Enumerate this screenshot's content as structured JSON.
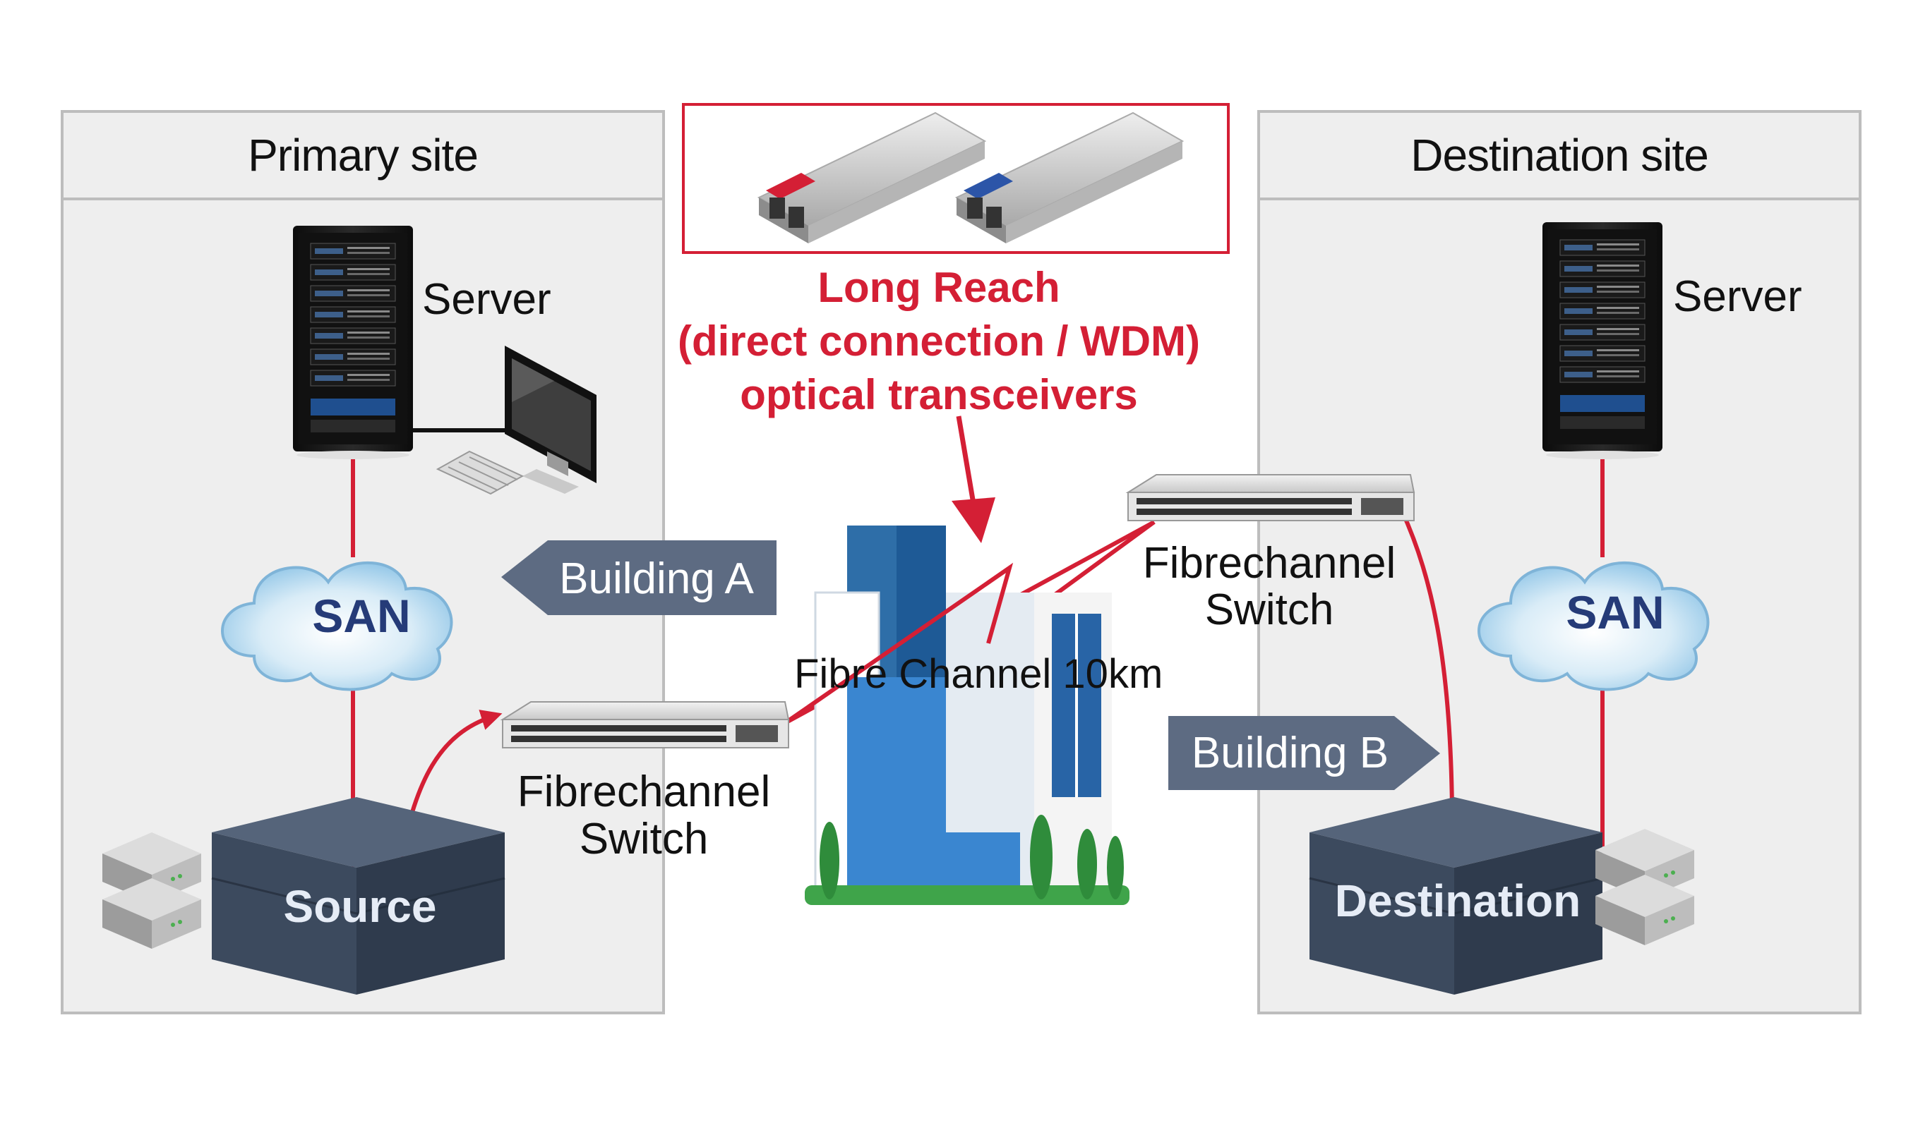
{
  "primary_site": {
    "title": "Primary site",
    "server_label": "Server",
    "san_label": "SAN",
    "storage_label": "Source",
    "building_label": "Building A"
  },
  "destination_site": {
    "title": "Destination site",
    "server_label": "Server",
    "san_label": "SAN",
    "storage_label": "Destination",
    "building_label": "Building B"
  },
  "transceivers": {
    "title_line1": "Long Reach",
    "title_line2": "(direct connection / WDM)",
    "title_line3": "optical transceivers"
  },
  "switches": {
    "left_line1": "Fibrechannel",
    "left_line2": "Switch",
    "right_line1": "Fibrechannel",
    "right_line2": "Switch"
  },
  "link_label": "Fibre Channel 10km",
  "colors": {
    "link_red": "#d41f35",
    "panel_bg": "#eeeeee",
    "panel_border": "#bdbdbd",
    "callout_bg": "#5d6b82",
    "storage_dark": "#3c4a5e",
    "san_text": "#253b78",
    "building_blue": "#2e7cc4"
  },
  "icons": [
    "server-rack-icon",
    "desktop-computer-icon",
    "cloud-icon",
    "network-switch-icon",
    "storage-array-icon",
    "disk-server-icon",
    "sfp-transceiver-icon",
    "office-building-icon",
    "lightning-bolt-icon"
  ]
}
